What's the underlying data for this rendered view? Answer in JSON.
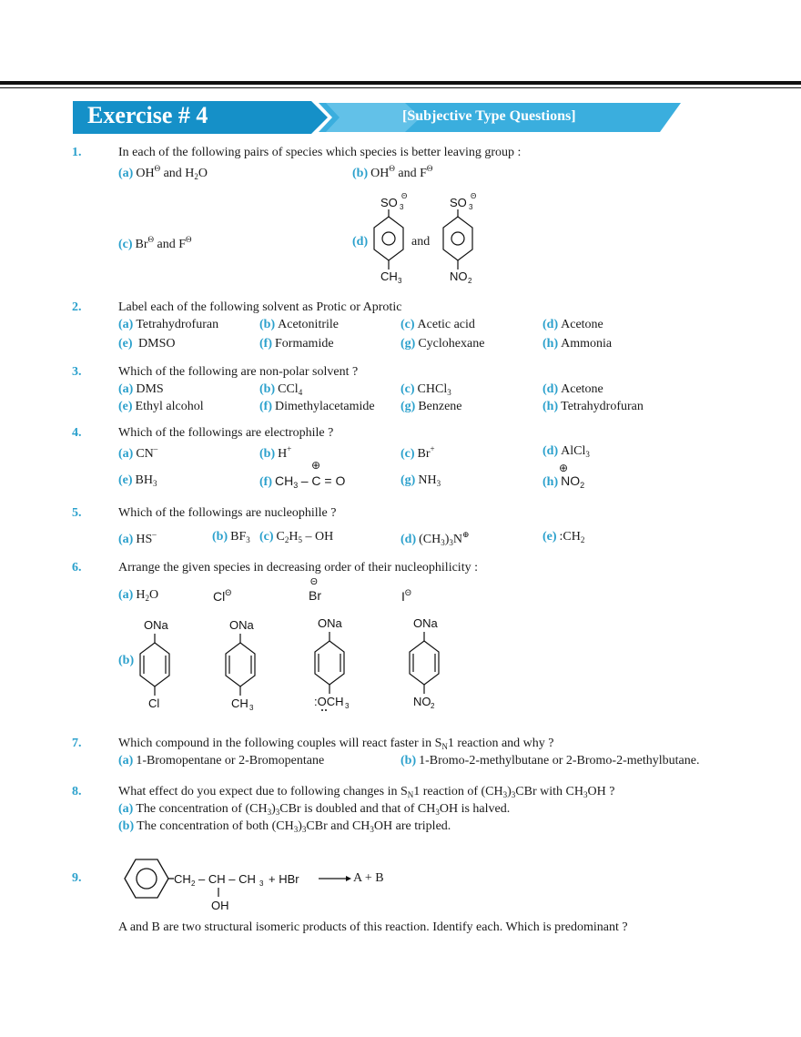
{
  "header": {
    "title": "Exercise # 4",
    "subtitle": "[Subjective Type Questions]",
    "accent_color": "#2aa0cc",
    "banner_color": "#1590c8"
  },
  "questions": {
    "q1": {
      "num": "1.",
      "text": "In each of the following pairs of species which species is better leaving group :",
      "a": {
        "label": "(a)",
        "p1": "OH",
        "p1_sup": "Θ",
        "and": "and H",
        "sub": "2",
        "p2": "O"
      },
      "b": {
        "label": "(b)",
        "p1": "OH",
        "p1_sup": "Θ",
        "and": "and  F",
        "p2_sup": "Θ"
      },
      "c": {
        "label": "(c)",
        "p1": "Br",
        "p1_sup": "Θ",
        "and": "and F",
        "p2_sup": "Θ"
      },
      "d": {
        "label": "(d)",
        "and": "and",
        "top_group": "SO",
        "top_sub": "3",
        "top_charge": "Θ",
        "left_sub_group": "CH",
        "left_sub": "3",
        "right_sub_group": "NO",
        "right_sub": "2"
      }
    },
    "q2": {
      "num": "2.",
      "text": "Label each of the following solvent as Protic or Aprotic",
      "options": [
        {
          "label": "(a)",
          "text": "Tetrahydrofuran"
        },
        {
          "label": "(b)",
          "text": "Acetonitrile"
        },
        {
          "label": "(c)",
          "text": "Acetic acid"
        },
        {
          "label": "(d)",
          "text": "Acetone"
        },
        {
          "label": "(e)",
          "text": " DMSO"
        },
        {
          "label": "(f)",
          "text": "Formamide"
        },
        {
          "label": "(g)",
          "text": "Cyclohexane"
        },
        {
          "label": "(h)",
          "text": "Ammonia"
        }
      ]
    },
    "q3": {
      "num": "3.",
      "text": "Which of the following are non-polar solvent ?",
      "a": {
        "label": "(a)",
        "text": "DMS"
      },
      "b": {
        "label": "(b)",
        "text": "CCl",
        "sub": "4"
      },
      "c": {
        "label": "(c)",
        "text": "CHCl",
        "sub": "3"
      },
      "d": {
        "label": "(d)",
        "text": "Acetone"
      },
      "e": {
        "label": "(e)",
        "text": "Ethyl alcohol"
      },
      "f": {
        "label": "(f)",
        "text": "Dimethylacetamide"
      },
      "g": {
        "label": "(g)",
        "text": "Benzene"
      },
      "h": {
        "label": "(h)",
        "text": "Tetrahydrofuran"
      }
    },
    "q4": {
      "num": "4.",
      "text": "Which of the followings are electrophile ?",
      "a": {
        "label": "(a)",
        "text": "CN",
        "sup": "–"
      },
      "b": {
        "label": "(b)",
        "text": "H",
        "sup": "+"
      },
      "c": {
        "label": "(c)",
        "text": "Br",
        "sup": "+"
      },
      "d": {
        "label": "(d)",
        "text": "AlCl",
        "sub": "3"
      },
      "e": {
        "label": "(e)",
        "text": "BH",
        "sub": "3"
      },
      "f": {
        "label": "(f)",
        "ch": "CH",
        "sub": "3",
        "rest": "– C = O",
        "charge": "⊕"
      },
      "g": {
        "label": "(g)",
        "text": "NH",
        "sub": "3"
      },
      "h": {
        "label": "(h)",
        "text": "NO",
        "sub": "2",
        "charge": "⊕"
      }
    },
    "q5": {
      "num": "5.",
      "text": "Which of the followings are nucleophille ?",
      "a": {
        "label": "(a)",
        "text": "HS",
        "sup": "–"
      },
      "b": {
        "label": "(b)",
        "text": "BF",
        "sub": "3"
      },
      "c": {
        "label": "(c)",
        "t1": "C",
        "s1": "2",
        "t2": "H",
        "s2": "5",
        "t3": "– OH"
      },
      "d": {
        "label": "(d)",
        "t1": "(CH",
        "s1": "3",
        "t2": ")",
        "s2": "3",
        "t3": "N",
        "charge": "⊕"
      },
      "e": {
        "label": "(e)",
        "text": ":CH",
        "sub": "2"
      }
    },
    "q6": {
      "num": "6.",
      "text": "Arrange the given species in decreasing order of their nucleophilicity :",
      "a": {
        "label": "(a)",
        "h": "H",
        "sub": "2",
        "o": "O",
        "cl": "Cl",
        "br": "Br",
        "i": "I",
        "charge": "Θ"
      },
      "b": {
        "label": "(b)",
        "top": "ONa",
        "substituents": [
          {
            "text": "Cl",
            "sub": ""
          },
          {
            "text": "CH",
            "sub": "3"
          },
          {
            "text": ":OCH",
            "sub": "3"
          },
          {
            "text": "NO",
            "sub": "2"
          }
        ]
      }
    },
    "q7": {
      "num": "7.",
      "t1": "Which compound in the following couples will react faster in S",
      "s": "N",
      "t2": "1 reaction and why ?",
      "a": {
        "label": "(a)",
        "text": "1-Bromopentane or 2-Bromopentane"
      },
      "b": {
        "label": "(b)",
        "text": "1-Bromo-2-methylbutane or 2-Bromo-2-methylbutane."
      }
    },
    "q8": {
      "num": "8.",
      "t1": "What effect do you expect due to following changes in S",
      "s1": "N",
      "t2": "1  reaction of (CH",
      "s2": "3",
      "t3": ")",
      "s3": "3",
      "t4": "CBr with CH",
      "s4": "3",
      "t5": "OH ?",
      "a": {
        "label": "(a)",
        "t1": "The concentration of (CH",
        "s1": "3",
        "t2": ")",
        "s2": "3",
        "t3": "CBr is doubled and that of CH",
        "s3": "3",
        "t4": "OH is halved."
      },
      "b": {
        "label": "(b)",
        "t1": "The concentration of both (CH",
        "s1": "3",
        "t2": ")",
        "s2": "3",
        "t3": "CBr and CH",
        "s3": "3",
        "t4": "OH are tripled."
      }
    },
    "q9": {
      "num": "9.",
      "ch2": "CH",
      "ch2_sub": "2",
      "ch": "– CH – CH",
      "ch3_sub": "3",
      "hbr": "+  HBr",
      "oh": "OH",
      "products": "A + B",
      "text": "A and B are two structural isomeric products of this reaction. Identify each. Which is predominant ?"
    }
  }
}
